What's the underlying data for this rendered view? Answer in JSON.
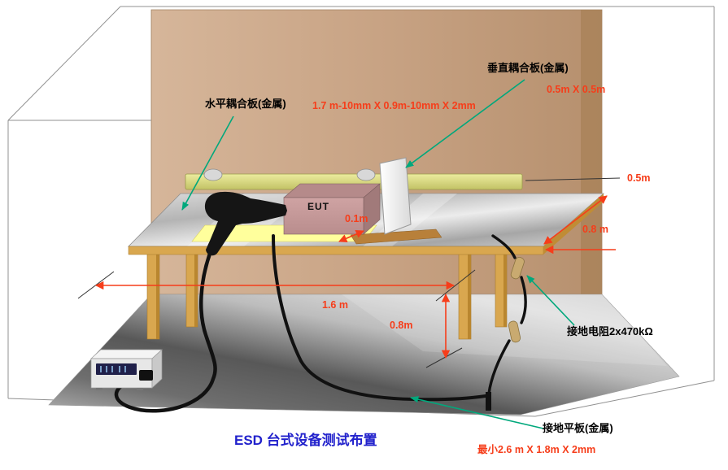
{
  "title": "ESD 台式设备测试布置",
  "labels": {
    "hcp": "水平耦合板(金属)",
    "hcp_dims": "1.7 m-10mm X 0.9m-10mm X 2mm",
    "vcp": "垂直耦合板(金属)",
    "vcp_dims": "0.5m X 0.5m",
    "eut": "EUT",
    "ground_resistor": "接地电阻2x470kΩ",
    "ground_plane": "接地平板(金属)",
    "ground_plane_dims": "最小2.6 m X 1.8m X 2mm"
  },
  "dimensions": {
    "bar_above_table": "0.5m",
    "wall_to_table": "0.8 m",
    "eut_to_vcp_gap": "0.1m",
    "table_width": "1.6 m",
    "table_height": "0.8m"
  },
  "colors": {
    "dimension_red": "#f63d1a",
    "pointer_green": "#00a87c",
    "title_blue": "#2222cc",
    "wall_tan": "#c8a384",
    "table_wood": "#d9a74f",
    "pad_yellow": "#ffff9c",
    "eut_pink": "#c79c9c"
  }
}
